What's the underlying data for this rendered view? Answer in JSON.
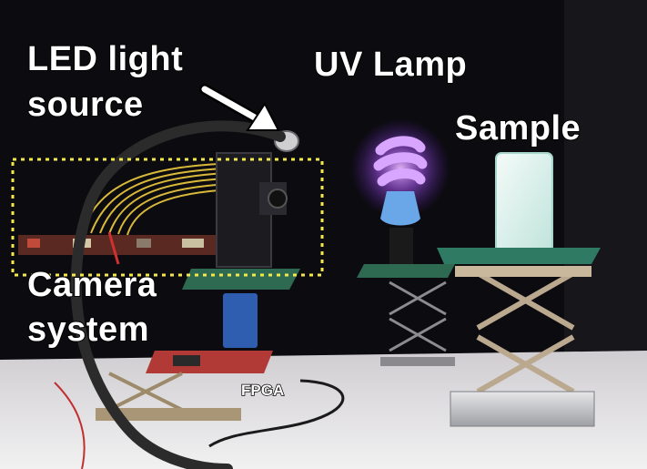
{
  "labels": {
    "led_line1": "LED light",
    "led_line2": "source",
    "uv_lamp": "UV Lamp",
    "sample": "Sample",
    "camera_line1": "Camera",
    "camera_line2": "system",
    "fpga": "FPGA"
  },
  "colors": {
    "background": "#0c0b0f",
    "table": "#e7e5e6",
    "dotted_box": "#f2e84a",
    "uv_glow": "#b86cf0",
    "sample_block": "#dff2ee",
    "lab_jack": "#bba98f",
    "cable": "#2b2b2b"
  },
  "icons": [
    "arrow-icon"
  ]
}
